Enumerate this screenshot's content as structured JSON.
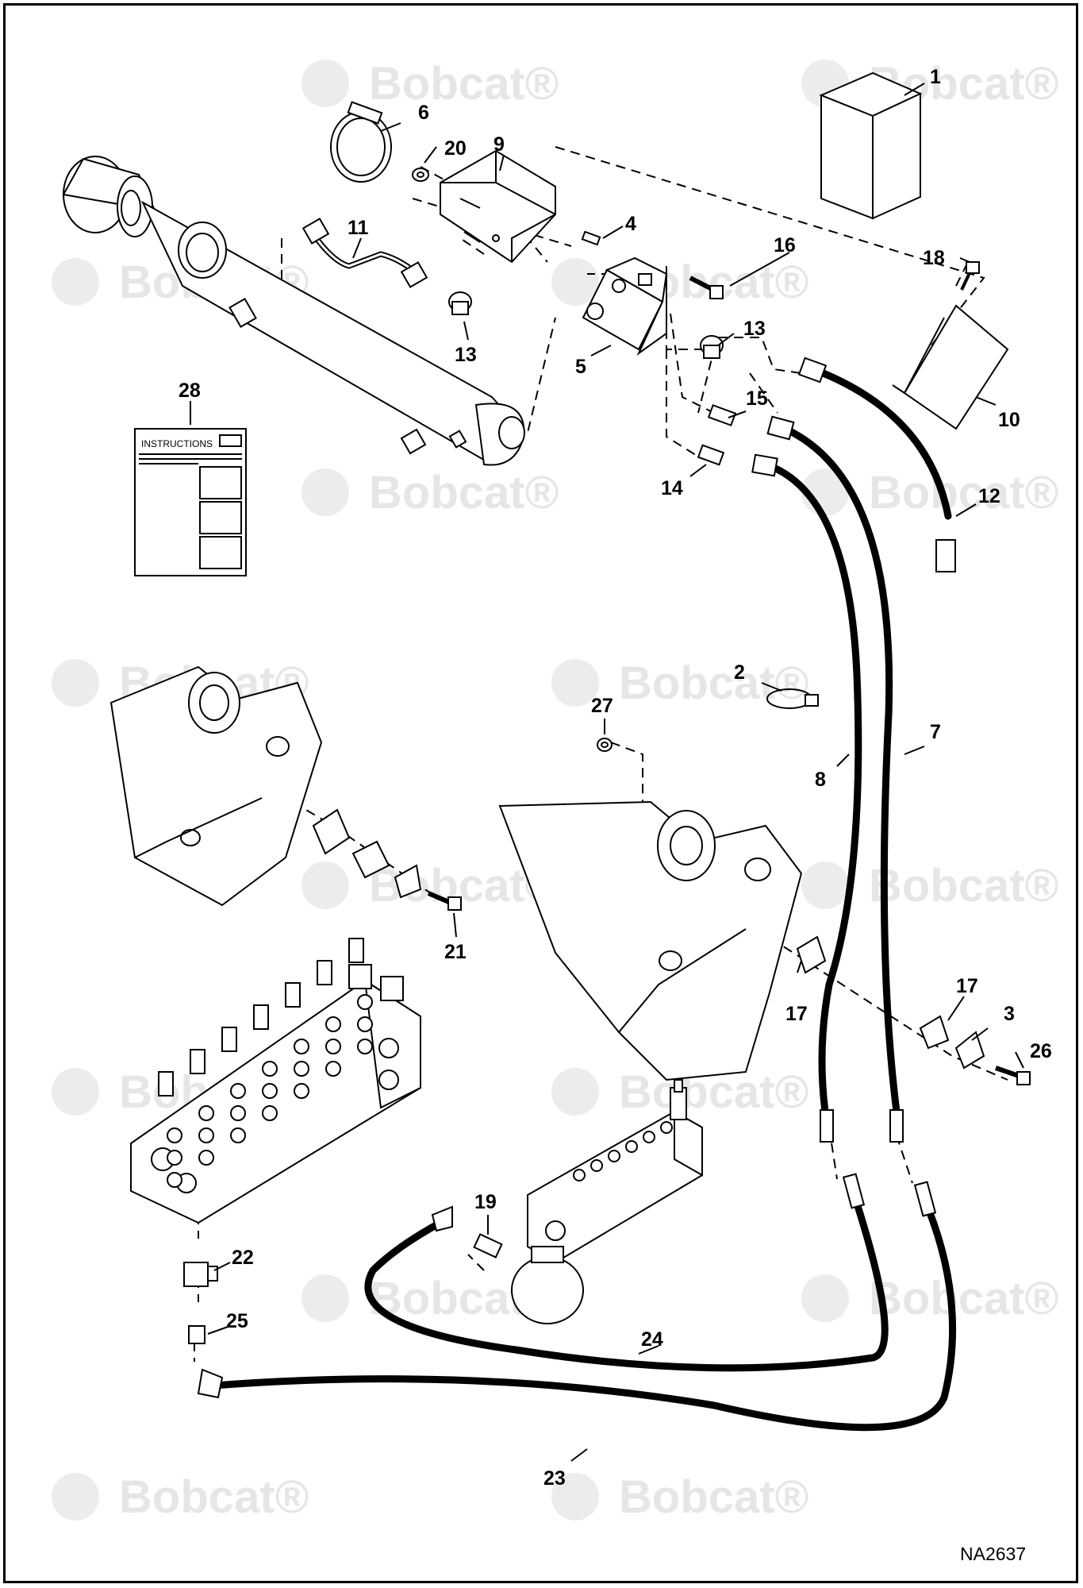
{
  "watermark": {
    "text": "Bobcat",
    "reg": "®"
  },
  "drawing_number": "NA2637",
  "instructions_label": "INSTRUCTIONS",
  "callouts": [
    {
      "id": "c1",
      "label": "1"
    },
    {
      "id": "c2",
      "label": "2"
    },
    {
      "id": "c3",
      "label": "3"
    },
    {
      "id": "c4",
      "label": "4"
    },
    {
      "id": "c5",
      "label": "5"
    },
    {
      "id": "c6",
      "label": "6"
    },
    {
      "id": "c7",
      "label": "7"
    },
    {
      "id": "c8",
      "label": "8"
    },
    {
      "id": "c9",
      "label": "9"
    },
    {
      "id": "c10",
      "label": "10"
    },
    {
      "id": "c11",
      "label": "11"
    },
    {
      "id": "c12",
      "label": "12"
    },
    {
      "id": "c13a",
      "label": "13"
    },
    {
      "id": "c13b",
      "label": "13"
    },
    {
      "id": "c14",
      "label": "14"
    },
    {
      "id": "c15",
      "label": "15"
    },
    {
      "id": "c16",
      "label": "16"
    },
    {
      "id": "c17a",
      "label": "17"
    },
    {
      "id": "c17b",
      "label": "17"
    },
    {
      "id": "c18",
      "label": "18"
    },
    {
      "id": "c19",
      "label": "19"
    },
    {
      "id": "c20",
      "label": "20"
    },
    {
      "id": "c21",
      "label": "21"
    },
    {
      "id": "c22",
      "label": "22"
    },
    {
      "id": "c23",
      "label": "23"
    },
    {
      "id": "c24",
      "label": "24"
    },
    {
      "id": "c25",
      "label": "25"
    },
    {
      "id": "c26",
      "label": "26"
    },
    {
      "id": "c27",
      "label": "27"
    },
    {
      "id": "c28",
      "label": "28"
    }
  ]
}
